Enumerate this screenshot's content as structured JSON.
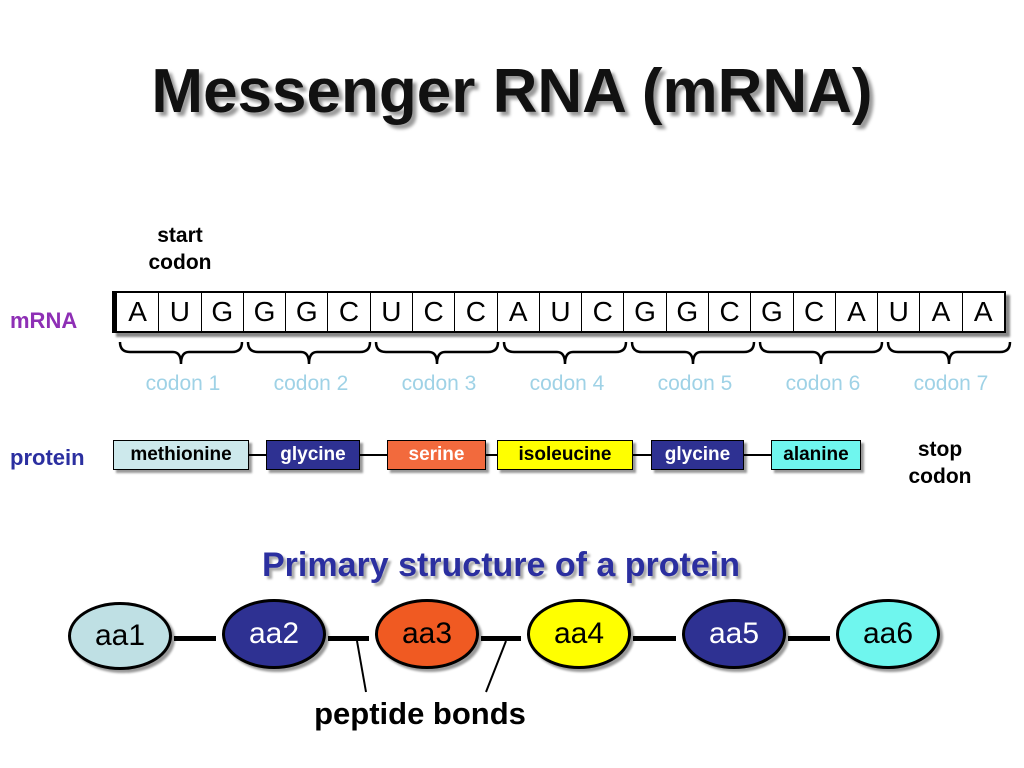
{
  "title": "Messenger RNA (mRNA)",
  "start_codon_label": "start codon",
  "stop_codon_label": "stop codon",
  "mrna_label": "mRNA",
  "protein_label": "protein",
  "bases": [
    "A",
    "U",
    "G",
    "G",
    "G",
    "C",
    "U",
    "C",
    "C",
    "A",
    "U",
    "C",
    "G",
    "G",
    "C",
    "G",
    "C",
    "A",
    "U",
    "A",
    "A"
  ],
  "codons": [
    "codon 1",
    "codon 2",
    "codon 3",
    "codon 4",
    "codon 5",
    "codon 6",
    "codon 7"
  ],
  "amino_acids": [
    {
      "name": "methionine",
      "color": "#cde9ec",
      "text_color": "#000000"
    },
    {
      "name": "glycine",
      "color": "#2e3192",
      "text_color": "#ffffff"
    },
    {
      "name": "serine",
      "color": "#f26a3d",
      "text_color": "#ffffff"
    },
    {
      "name": "isoleucine",
      "color": "#ffff00",
      "text_color": "#000000"
    },
    {
      "name": "glycine",
      "color": "#2e3192",
      "text_color": "#ffffff"
    },
    {
      "name": "alanine",
      "color": "#6ff6ee",
      "text_color": "#000000"
    }
  ],
  "subtitle": "Primary structure of a protein",
  "chain": [
    {
      "label": "aa1",
      "color": "#bfe0e4"
    },
    {
      "label": "aa2",
      "color": "#2e3192"
    },
    {
      "label": "aa3",
      "color": "#f05a22"
    },
    {
      "label": "aa4",
      "color": "#ffff00"
    },
    {
      "label": "aa5",
      "color": "#2e3192"
    },
    {
      "label": "aa6",
      "color": "#6ff6ee"
    }
  ],
  "peptide_bonds_label": "peptide bonds",
  "colors": {
    "mrna_label": "#8e2fb5",
    "protein_label": "#2b2fa0",
    "codon_label": "#9fd2e6",
    "subtitle": "#2b2fa0"
  }
}
